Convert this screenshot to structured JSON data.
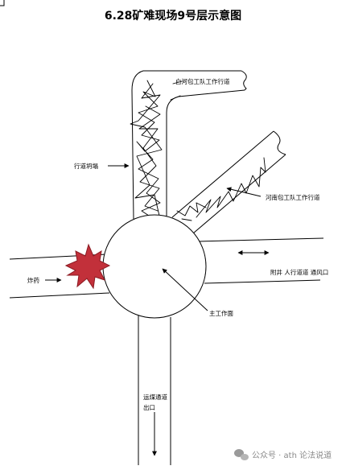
{
  "title": "6.28矿难现场9号层示意图",
  "labels": {
    "baihe_tunnel": "白河包工队工作行道",
    "henan_tunnel": "河南包工队工作行道",
    "tunnel_collapse": "行道坍塌",
    "auxiliary_shaft": "附井  人行道道   通风口",
    "explosive": "炸药",
    "main_face": "主工作面",
    "transport_exit_line1": "运煤通道",
    "transport_exit_line2": "出口"
  },
  "watermark": {
    "text": "公众号 · ath 论法说道",
    "icon": "wechat-icon"
  },
  "colors": {
    "explosion_fill": "#c2303a",
    "explosion_stroke": "#8b1a22",
    "line": "#000000",
    "watermark": "#8a8a8a"
  }
}
